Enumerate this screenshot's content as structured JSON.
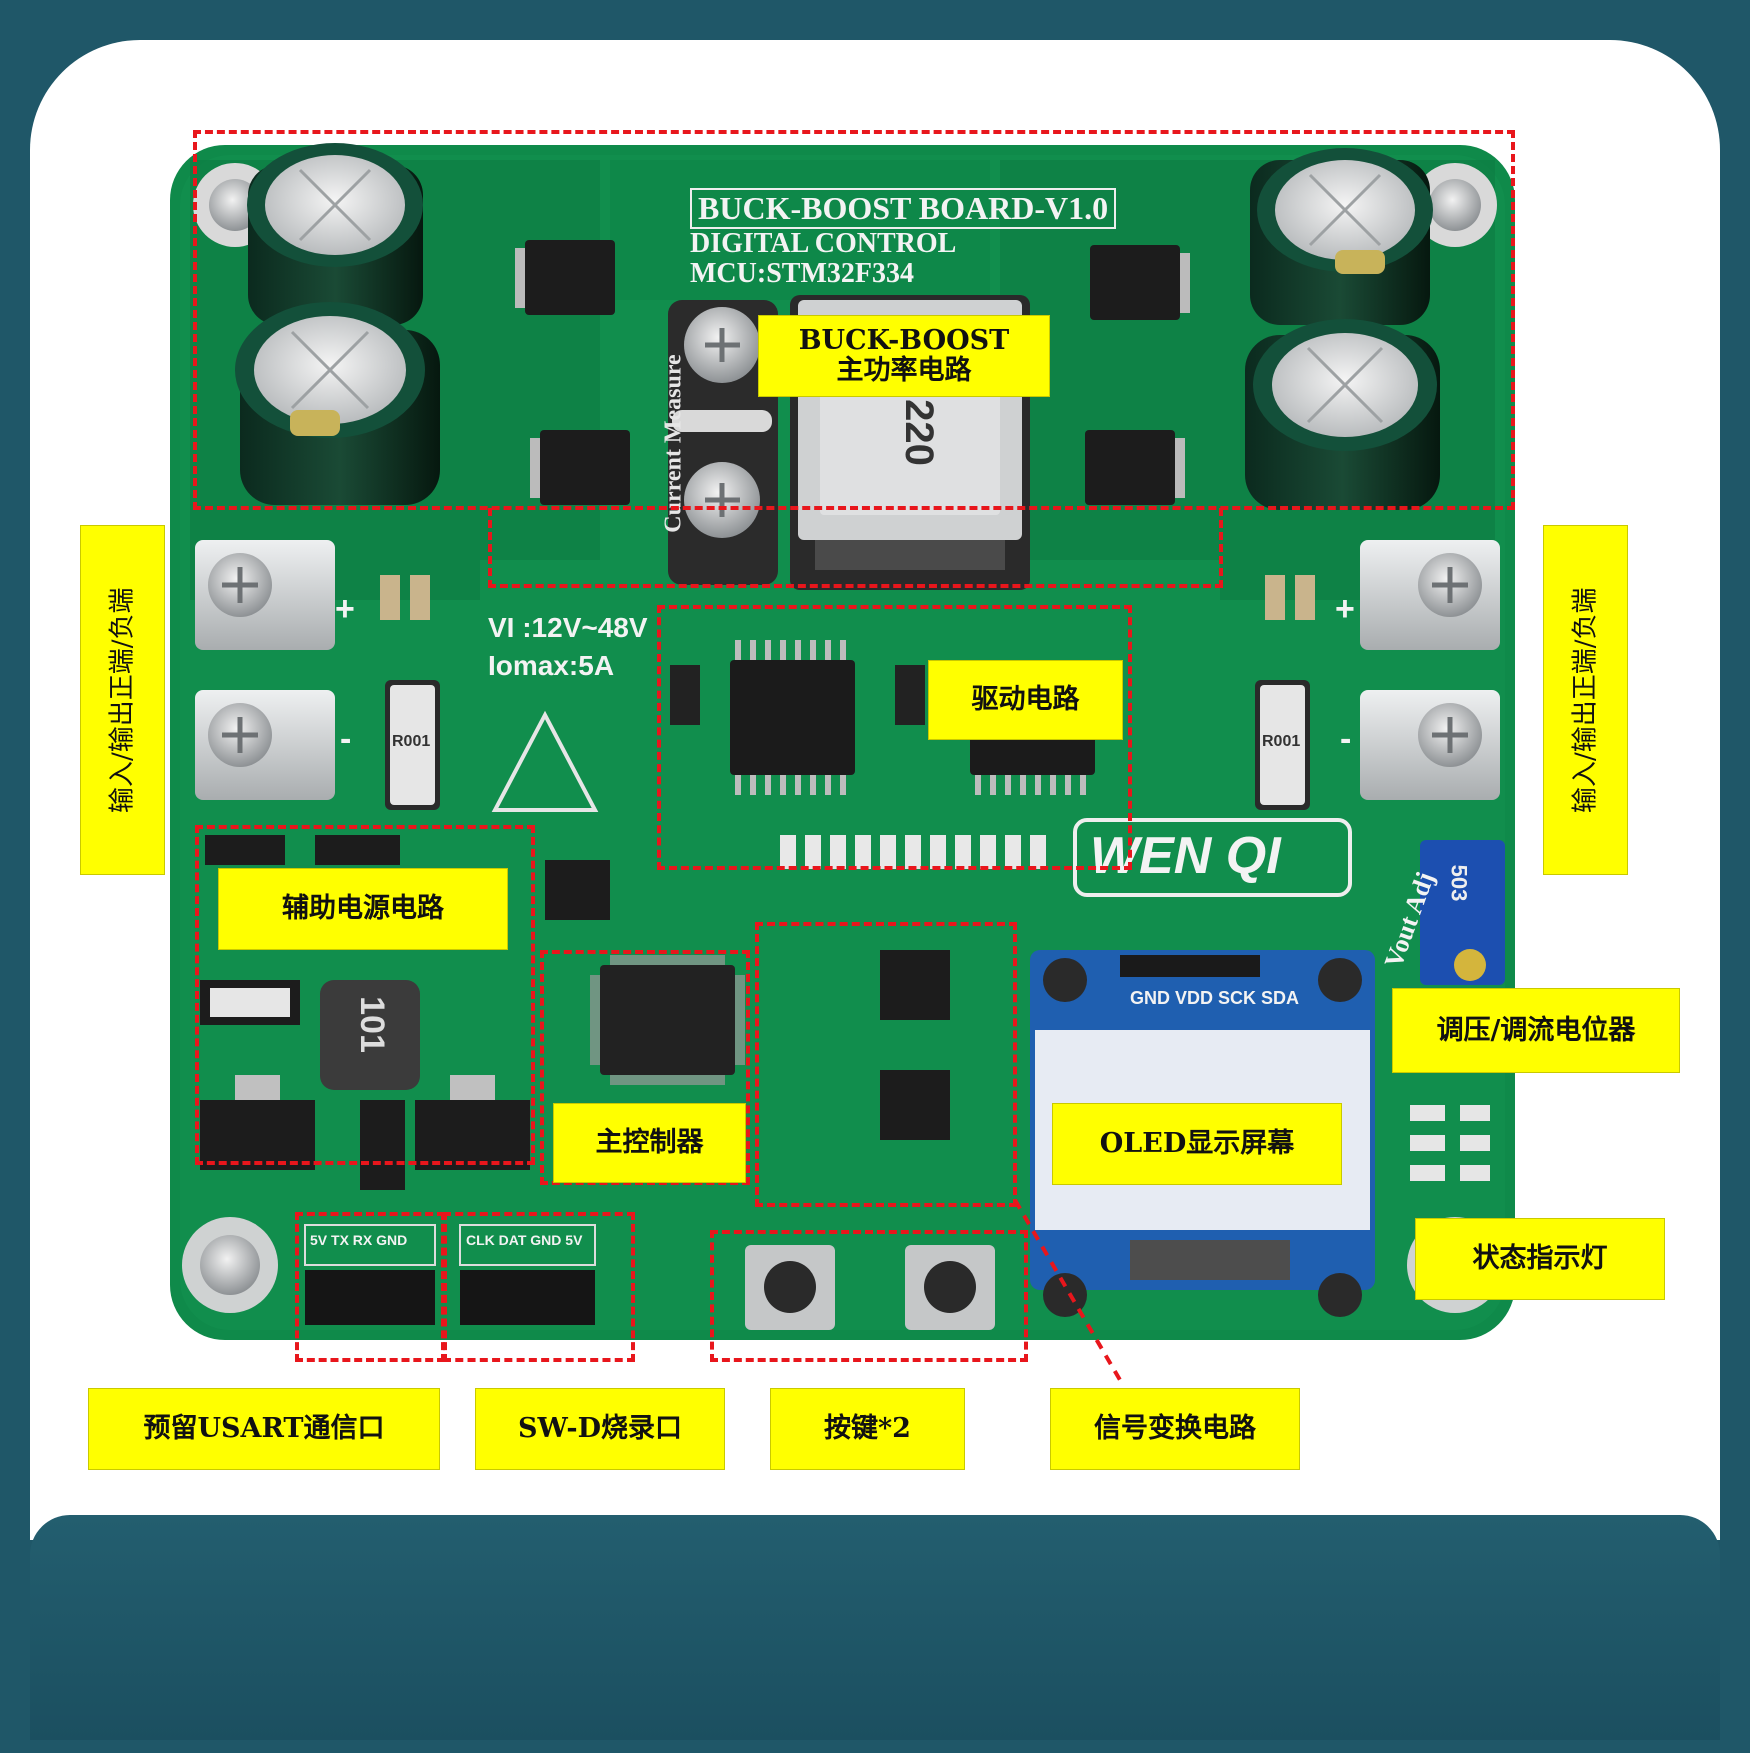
{
  "board_silkscreen": {
    "title": "BUCK-BOOST BOARD-V1.0",
    "subtitle": "DIGITAL CONTROL",
    "mcu": "MCU:STM32F334",
    "vin": "VI :12V~48V",
    "imax": "Iomax:5A",
    "brand": "WEN QI",
    "current_measure": "Current Measure",
    "vout_adj": "Vout Adj",
    "inductor_code": "220",
    "small_inductor_code": "101",
    "shunt_code": "R001",
    "pot_code": "503",
    "oled_pins": "GND VDD SCK SDA",
    "usart_pins_top": "5V TX RX GND",
    "swd_pins_top": "CLK DAT GND 5V",
    "plus": "+",
    "minus": "-"
  },
  "labels": {
    "main_power_line1": "BUCK-BOOST",
    "main_power_line2": "主功率电路",
    "driver": "驱动电路",
    "aux_power": "辅助电源电路",
    "controller": "主控制器",
    "oled": "OLED显示屏幕",
    "potentiometer": "调压/调流电位器",
    "status_led": "状态指示灯",
    "io_left": "输入/输出正端/负端",
    "io_right": "输入/输出正端/负端",
    "usart": "预留USART通信口",
    "swd": "SW-D烧录口",
    "buttons": "按键*2",
    "signal": "信号变换电路"
  },
  "colors": {
    "background": "#1f5768",
    "card": "#ffffff",
    "pcb": "#0f8a4a",
    "label_fill": "#ffff00",
    "dash": "#e8161c"
  }
}
